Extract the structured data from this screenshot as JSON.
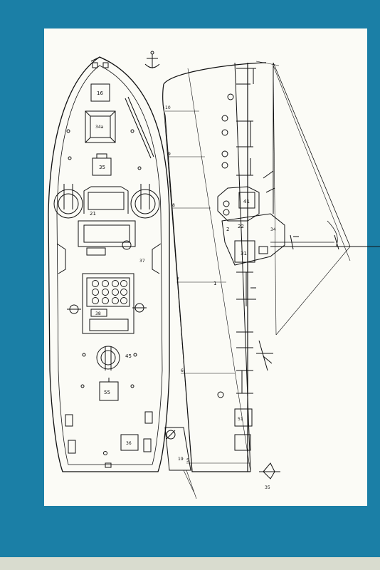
{
  "plan_view": {
    "labels": [
      "16",
      "34a",
      "35",
      "21",
      "37",
      "38",
      "45",
      "55",
      "36"
    ]
  },
  "profile_view": {
    "labels": [
      "10",
      "9",
      "8",
      "7",
      "6",
      "5",
      "1",
      "2",
      "41",
      "22",
      "31",
      "34",
      "51",
      "19",
      "35"
    ]
  },
  "colors": {
    "border": "#1b7fa6",
    "paper": "#fbfbf6",
    "ink": "#111111",
    "outer_margin": "#d9dccf"
  }
}
